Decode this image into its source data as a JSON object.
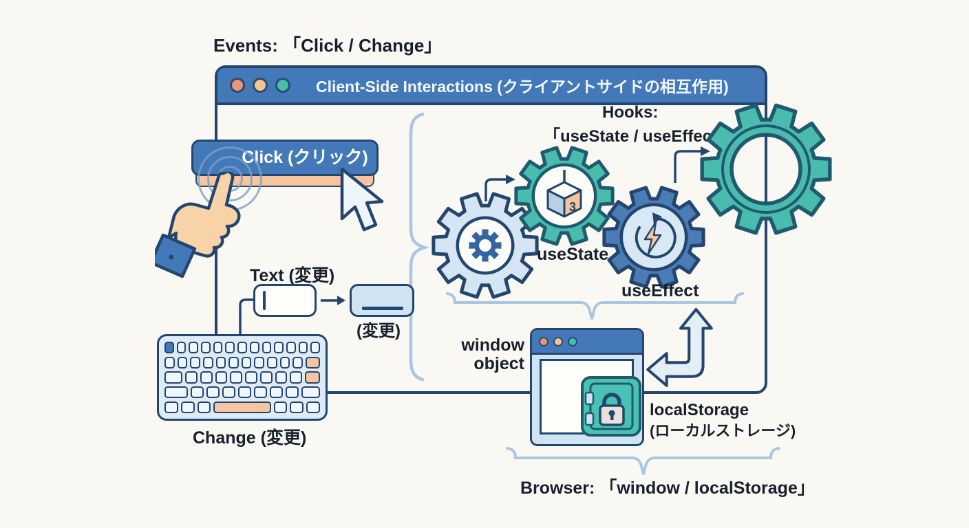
{
  "colors": {
    "background": "#faf8f3",
    "window_blue": "#4379b8",
    "outline_navy": "#24466e",
    "teal": "#49bcae",
    "teal_outline": "#1f5a6e",
    "gear_blue": "#4a7cb5",
    "gear_light": "#d6e5f3",
    "peach": "#f6c5a0",
    "salmon_dot": "#f09478",
    "peach_dot": "#f6c490",
    "teal_dot": "#45c0a5",
    "light_box": "#cfe3f2",
    "bracket_blue": "#a9c7e0",
    "skin": "#f9d3a8"
  },
  "annotations": {
    "events": "Events: 「Click / Change」",
    "hooks_line1": "Hooks:",
    "hooks_line2": "「useState / useEffect」",
    "browser": "Browser: 「window / localStorage」"
  },
  "app_window": {
    "title": "Client-Side Interactions (クライアントサイドの相互作用)"
  },
  "click_button": {
    "label": "Click (クリック)"
  },
  "text_change": {
    "title": "Text (変更)",
    "changed_label": "(変更)"
  },
  "keyboard": {
    "caption": "Change (変更)",
    "rows": [
      [
        {
          "c": "b"
        },
        {},
        {},
        {},
        {},
        {},
        {},
        {},
        {},
        {},
        {},
        {},
        {}
      ],
      [
        {},
        {},
        {},
        {},
        {},
        {},
        {},
        {},
        {},
        {},
        {},
        {
          "c": "o",
          "w": 1.6
        }
      ],
      [
        {
          "w": 1.6
        },
        {},
        {},
        {},
        {},
        {},
        {},
        {},
        {},
        {
          "c": "o",
          "w": 1.3
        }
      ],
      [
        {
          "w": 2
        },
        {},
        {},
        {},
        {},
        {},
        {},
        {},
        {
          "w": 1.5
        }
      ],
      [
        {},
        {},
        {},
        {
          "c": "o",
          "w": 5
        },
        {},
        {},
        {}
      ]
    ]
  },
  "hooks": {
    "useState_label": "useState",
    "useEffect_label": "useEffect",
    "state_box_value": "3"
  },
  "browser_objects": {
    "window_object_line1": "window",
    "window_object_line2": "object",
    "localStorage_line1": "localStorage",
    "localStorage_line2": "(ローカルストレージ)"
  }
}
